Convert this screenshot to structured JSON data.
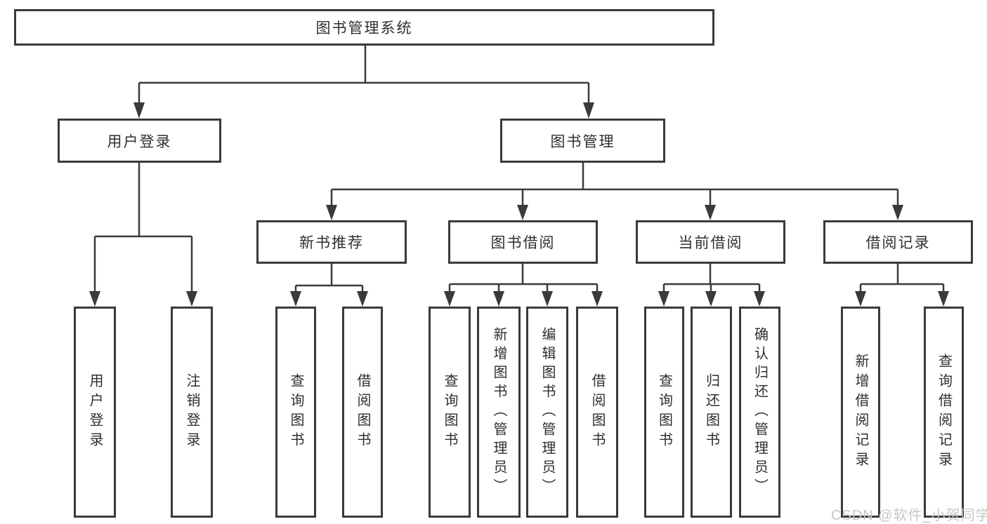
{
  "diagram_type": "tree-diagram",
  "colors": {
    "line": "#3a3a3a",
    "box_border": "#3a3a3a",
    "text": "#2f2f2f",
    "watermark": "#c9c6c6",
    "background": "#ffffff"
  },
  "tree": {
    "label": "图书管理系统",
    "children": [
      {
        "label": "用户登录",
        "children": [
          {
            "label": "用户登录"
          },
          {
            "label": "注销登录"
          }
        ]
      },
      {
        "label": "图书管理",
        "children": [
          {
            "label": "新书推荐",
            "children": [
              {
                "label": "查询图书"
              },
              {
                "label": "借阅图书"
              }
            ]
          },
          {
            "label": "图书借阅",
            "children": [
              {
                "label": "查询图书"
              },
              {
                "label": "新增图书（管理员）"
              },
              {
                "label": "编辑图书（管理员）"
              },
              {
                "label": "借阅图书"
              }
            ]
          },
          {
            "label": "当前借阅",
            "children": [
              {
                "label": "查询图书"
              },
              {
                "label": "归还图书"
              },
              {
                "label": "确认归还（管理员）"
              }
            ]
          },
          {
            "label": "借阅记录",
            "children": [
              {
                "label": "新增借阅记录"
              },
              {
                "label": "查询借阅记录"
              }
            ]
          }
        ]
      }
    ]
  },
  "watermark": {
    "text": "CSDN @软件_小贺同学"
  }
}
